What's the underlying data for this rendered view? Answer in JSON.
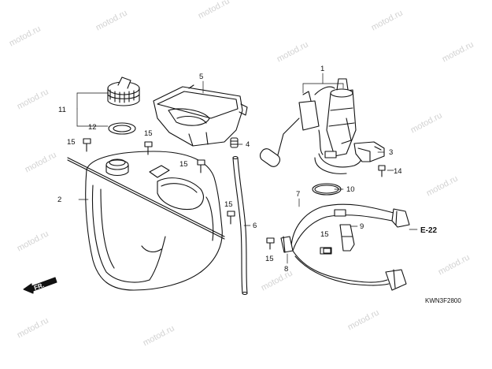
{
  "watermark": "motod.ru",
  "parts": {
    "p1": "1",
    "p2": "2",
    "p3": "3",
    "p4": "4",
    "p5": "5",
    "p6": "6",
    "p7": "7",
    "p8": "8",
    "p9": "9",
    "p10": "10",
    "p11": "11",
    "p12": "12",
    "p14": "14",
    "p15": "15"
  },
  "reference": "E-22",
  "direction": "FR.",
  "drawing_code": "KWN3F2800",
  "colors": {
    "line": "#111111",
    "watermark": "#d2d2d2"
  }
}
